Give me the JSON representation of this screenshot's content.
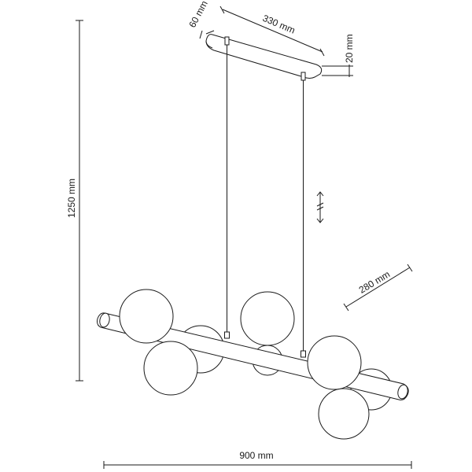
{
  "dimensions": {
    "canopy_depth": "60 mm",
    "canopy_length": "330 mm",
    "canopy_height": "20 mm",
    "total_height": "1250 mm",
    "fixture_depth": "280 mm",
    "total_width": "900 mm"
  },
  "icons": {
    "adjustable_cable": "double-arrow-icon"
  },
  "colors": {
    "line": "#1a1a1a",
    "background": "#ffffff"
  }
}
